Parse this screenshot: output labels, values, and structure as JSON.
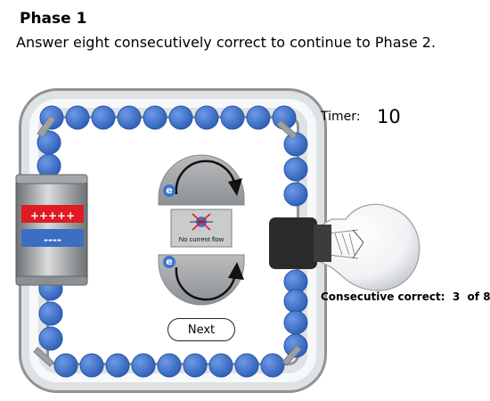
{
  "header": {
    "title": "Phase 1",
    "instruction": "Answer eight consecutively correct to continue to Phase 2."
  },
  "timer": {
    "label": "Timer:",
    "value": "10"
  },
  "score": {
    "text": "Consecutive correct:  3  of 8"
  },
  "battery": {
    "positive_label": "+++++",
    "negative_label": "----"
  },
  "indicator": {
    "label": "No current flow",
    "icon": "no-current-icon"
  },
  "electron_badge": "e",
  "next_button": {
    "label": "Next"
  },
  "colors": {
    "electron_fill": "#3f74cf",
    "wire_tube": "#c8cacc",
    "battery_red": "#e01b24",
    "battery_blue": "#3b6ec2",
    "socket": "#2b2b2b"
  }
}
